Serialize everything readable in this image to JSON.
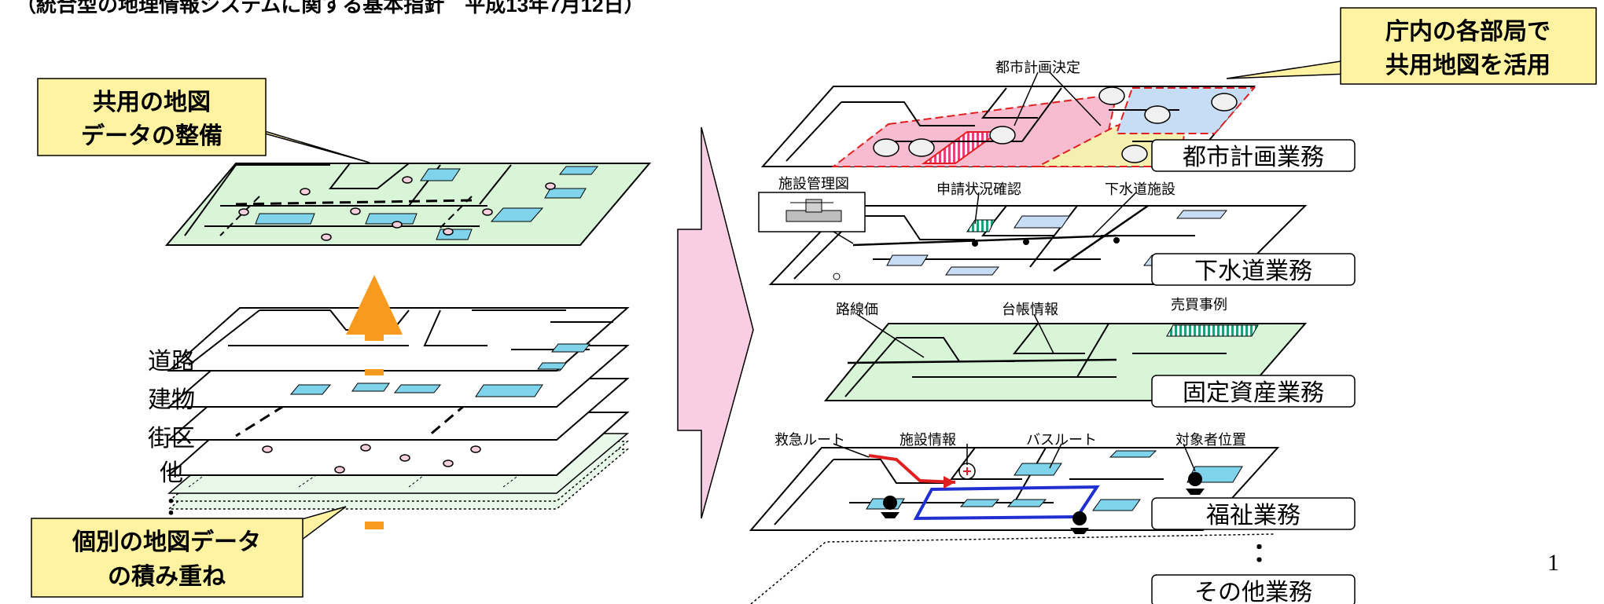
{
  "header_text": "（統合型の地理情報システムに関する基本指針　平成13年7月12日）",
  "callouts": {
    "shared_data": [
      "共用の地図",
      "データの整備"
    ],
    "individual_data": [
      "個別の地図データ",
      "の積み重ね"
    ],
    "departments": [
      "庁内の各部局で",
      "共用地図を活用"
    ]
  },
  "layer_labels": [
    "道路",
    "建物",
    "街区",
    "他",
    "："
  ],
  "business_layers": [
    {
      "label": "都市計画業務",
      "annotations": [
        "都市計画決定"
      ]
    },
    {
      "label": "下水道業務",
      "annotations": [
        "施設管理図",
        "申請状況確認",
        "下水道施設"
      ]
    },
    {
      "label": "固定資産業務",
      "annotations": [
        "路線価",
        "台帳情報",
        "売買事例"
      ]
    },
    {
      "label": "福祉業務",
      "annotations": [
        "救急ルート",
        "施設情報",
        "バスルート",
        "対象者位置"
      ]
    },
    {
      "label": "その他業務",
      "annotations": []
    }
  ],
  "continuation_mark": "：",
  "page_number": "1",
  "colors": {
    "callout_fill": "#fff2a0",
    "map_green": "#d8f5d8",
    "building_blue": "#7fd4ec",
    "arrow_pink": "#f9cde3",
    "orange_arrow": "#f79a1e",
    "urban_red": "#f7bcd0",
    "urban_yellow": "#f5f0b0",
    "urban_blue": "#c7dcf5"
  }
}
